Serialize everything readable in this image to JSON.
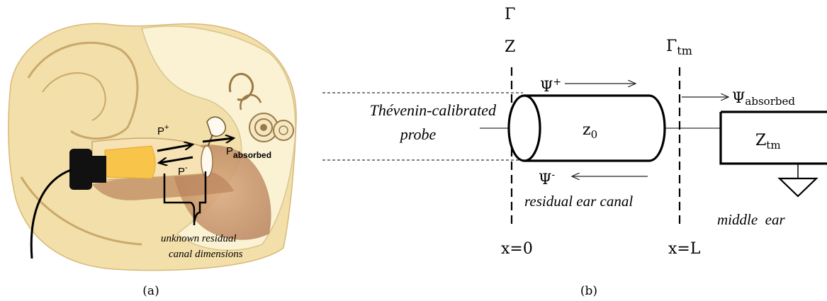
{
  "panel_a": {
    "caption": "(a)",
    "p_plus": "P",
    "p_plus_sup": "+",
    "p_minus": "P",
    "p_minus_sup": "-",
    "p_absorbed": "P",
    "p_absorbed_sub": "absorbed",
    "residual_line1": "unknown residual",
    "residual_line2": "canal dimensions",
    "colors": {
      "probe_foam": "#f8c44a",
      "probe_body": "#111111",
      "skin": "#f3dfa9",
      "bone": "#fbf2d3",
      "flesh": "#c9976f"
    }
  },
  "panel_b": {
    "caption": "(b)",
    "gamma": "Γ",
    "z": "Z",
    "gamma_tm": "Γ",
    "gamma_tm_sub": "tm",
    "psi_plus": "Ψ",
    "psi_plus_sup": "+",
    "psi_minus": "Ψ",
    "psi_minus_sup": "-",
    "psi_absorbed": "Ψ",
    "psi_absorbed_sub": "absorbed",
    "probe_line1": "Thévenin-calibrated",
    "probe_line2": "probe",
    "z0": "z",
    "z0_sub": "0",
    "canal_label": "residual ear canal",
    "ztm": "Z",
    "ztm_sub": "tm",
    "middle_ear": "middle  ear",
    "x0": "x=0",
    "xL": "x=L"
  }
}
